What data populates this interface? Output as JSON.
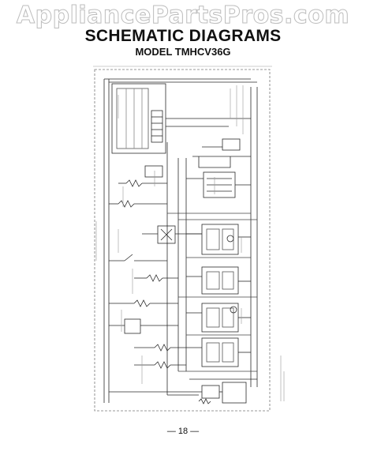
{
  "watermark": "AppliancePartsPros.com",
  "title": "SCHEMATIC DIAGRAMS",
  "subtitle": "MODEL TMHCV36G",
  "page_number": "— 18 —",
  "colors": {
    "ink": "#2a2a2a",
    "faint": "#8a8a8a",
    "paper": "#ffffff"
  }
}
